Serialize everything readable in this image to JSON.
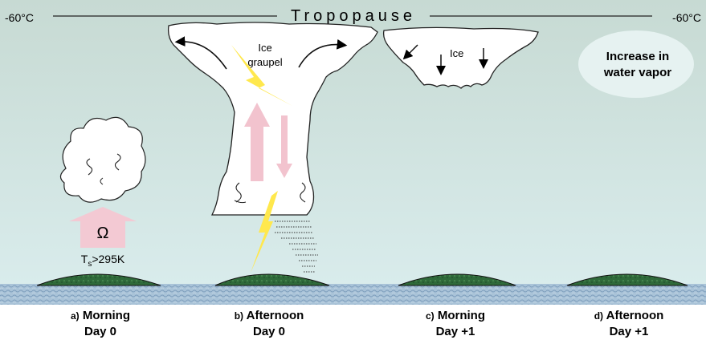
{
  "tropopause": {
    "label": "Tropopause",
    "temp_left": "-60°C",
    "temp_right": "-60°C"
  },
  "annotations": {
    "ice_graupel_line1": "Ice",
    "ice_graupel_line2": "graupel",
    "ice_anvil": "Ice",
    "water_vapor_line1": "Increase in",
    "water_vapor_line2": "water vapor",
    "omega": "Ω",
    "surface_temp_prefix": "T",
    "surface_temp_sub": "s",
    "surface_temp_suffix": ">295K"
  },
  "panels": [
    {
      "tag": "a)",
      "title": "Morning",
      "day": "Day 0"
    },
    {
      "tag": "b)",
      "title": "Afternoon",
      "day": "Day 0"
    },
    {
      "tag": "c)",
      "title": "Morning",
      "day": "Day +1"
    },
    {
      "tag": "d)",
      "title": "Afternoon",
      "day": "Day +1"
    }
  ],
  "colors": {
    "sky_top": "#c9dcd6",
    "sky_bottom": "#d6eae9",
    "water": "#9cb9d2",
    "island": "#2f6a3a",
    "cloud": "#ffffff",
    "updraft": "#f2c7d2",
    "lightning": "#ffe64a",
    "vapor_oval": "#e4f0f0"
  }
}
